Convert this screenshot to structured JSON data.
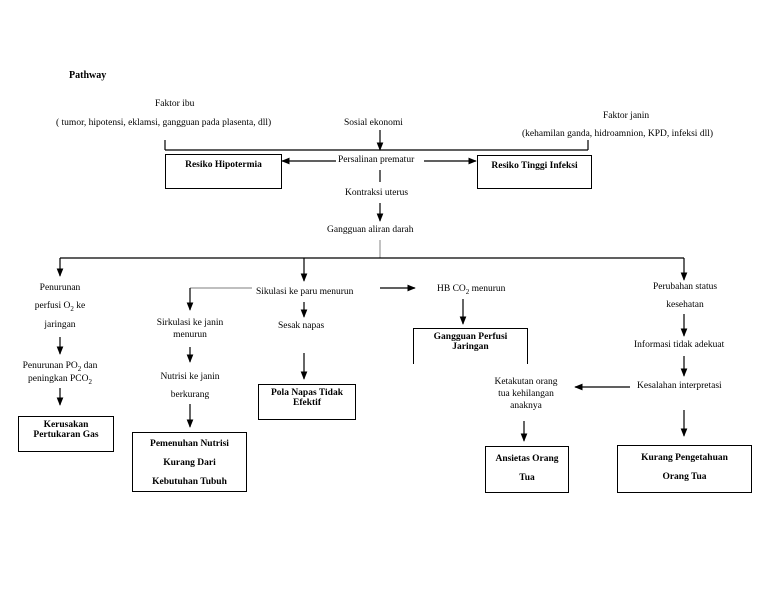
{
  "title": "Pathway",
  "nodes": {
    "faktor_ibu": "Faktor ibu",
    "faktor_ibu_detail": "( tumor, hipotensi, eklamsi, gangguan pada plasenta, dll)",
    "sosial_ekonomi": "Sosial ekonomi",
    "faktor_janin": "Faktor janin",
    "faktor_janin_detail": "(kehamilan ganda, hidroamnion, KPD, infeksi dll)",
    "persalinan_prematur": "Persalinan prematur",
    "kontraksi_uterus": "Kontraksi uterus",
    "gangguan_aliran_darah": "Gangguan aliran darah",
    "penurunan_perfusi_1": "Penurunan",
    "penurunan_perfusi_2_pre": "perfusi O",
    "penurunan_perfusi_2_sub": "2",
    "penurunan_perfusi_2_post": " ke",
    "penurunan_perfusi_3": "jaringan",
    "penurunan_po2_pre": "Penurunan PO",
    "penurunan_po2_sub": "2",
    "penurunan_po2_post": " dan",
    "peningkan_pco2_pre": "peningkan PCO",
    "peningkan_pco2_sub": "2",
    "sikulasi_paru": "Sikulasi ke paru menurun",
    "sirkulasi_janin_1": "Sirkulasi ke janin",
    "sirkulasi_janin_2": "menurun",
    "nutrisi_janin_1": "Nutrisi ke janin",
    "nutrisi_janin_2": "berkurang",
    "sesak_napas": "Sesak napas",
    "hb_co2_pre": "HB CO",
    "hb_co2_sub": "2",
    "hb_co2_post": " menurun",
    "perubahan_status_1": "Perubahan status",
    "perubahan_status_2": "kesehatan",
    "informasi": "Informasi tidak adekuat",
    "kesalahan": "Kesalahan interpretasi",
    "ketakutan_1": "Ketakutan orang",
    "ketakutan_2": "tua kehilangan",
    "ketakutan_3": "anaknya"
  },
  "boxes": {
    "resiko_hipotermia": "Resiko Hipotermia",
    "resiko_infeksi": "Resiko Tinggi Infeksi",
    "kerusakan_1": "Kerusakan",
    "kerusakan_2": "Pertukaran Gas",
    "pemenuhan_1": "Pemenuhan Nutrisi",
    "pemenuhan_2": "Kurang Dari",
    "pemenuhan_3": "Kebutuhan Tubuh",
    "pola_1": "Pola Napas Tidak",
    "pola_2": "Efektif",
    "gangguan_perfusi_1": "Gangguan Perfusi",
    "gangguan_perfusi_2": "Jaringan",
    "ansietas_1": "Ansietas Orang",
    "ansietas_2": "Tua",
    "kurang_1": "Kurang Pengetahuan",
    "kurang_2": "Orang Tua"
  }
}
